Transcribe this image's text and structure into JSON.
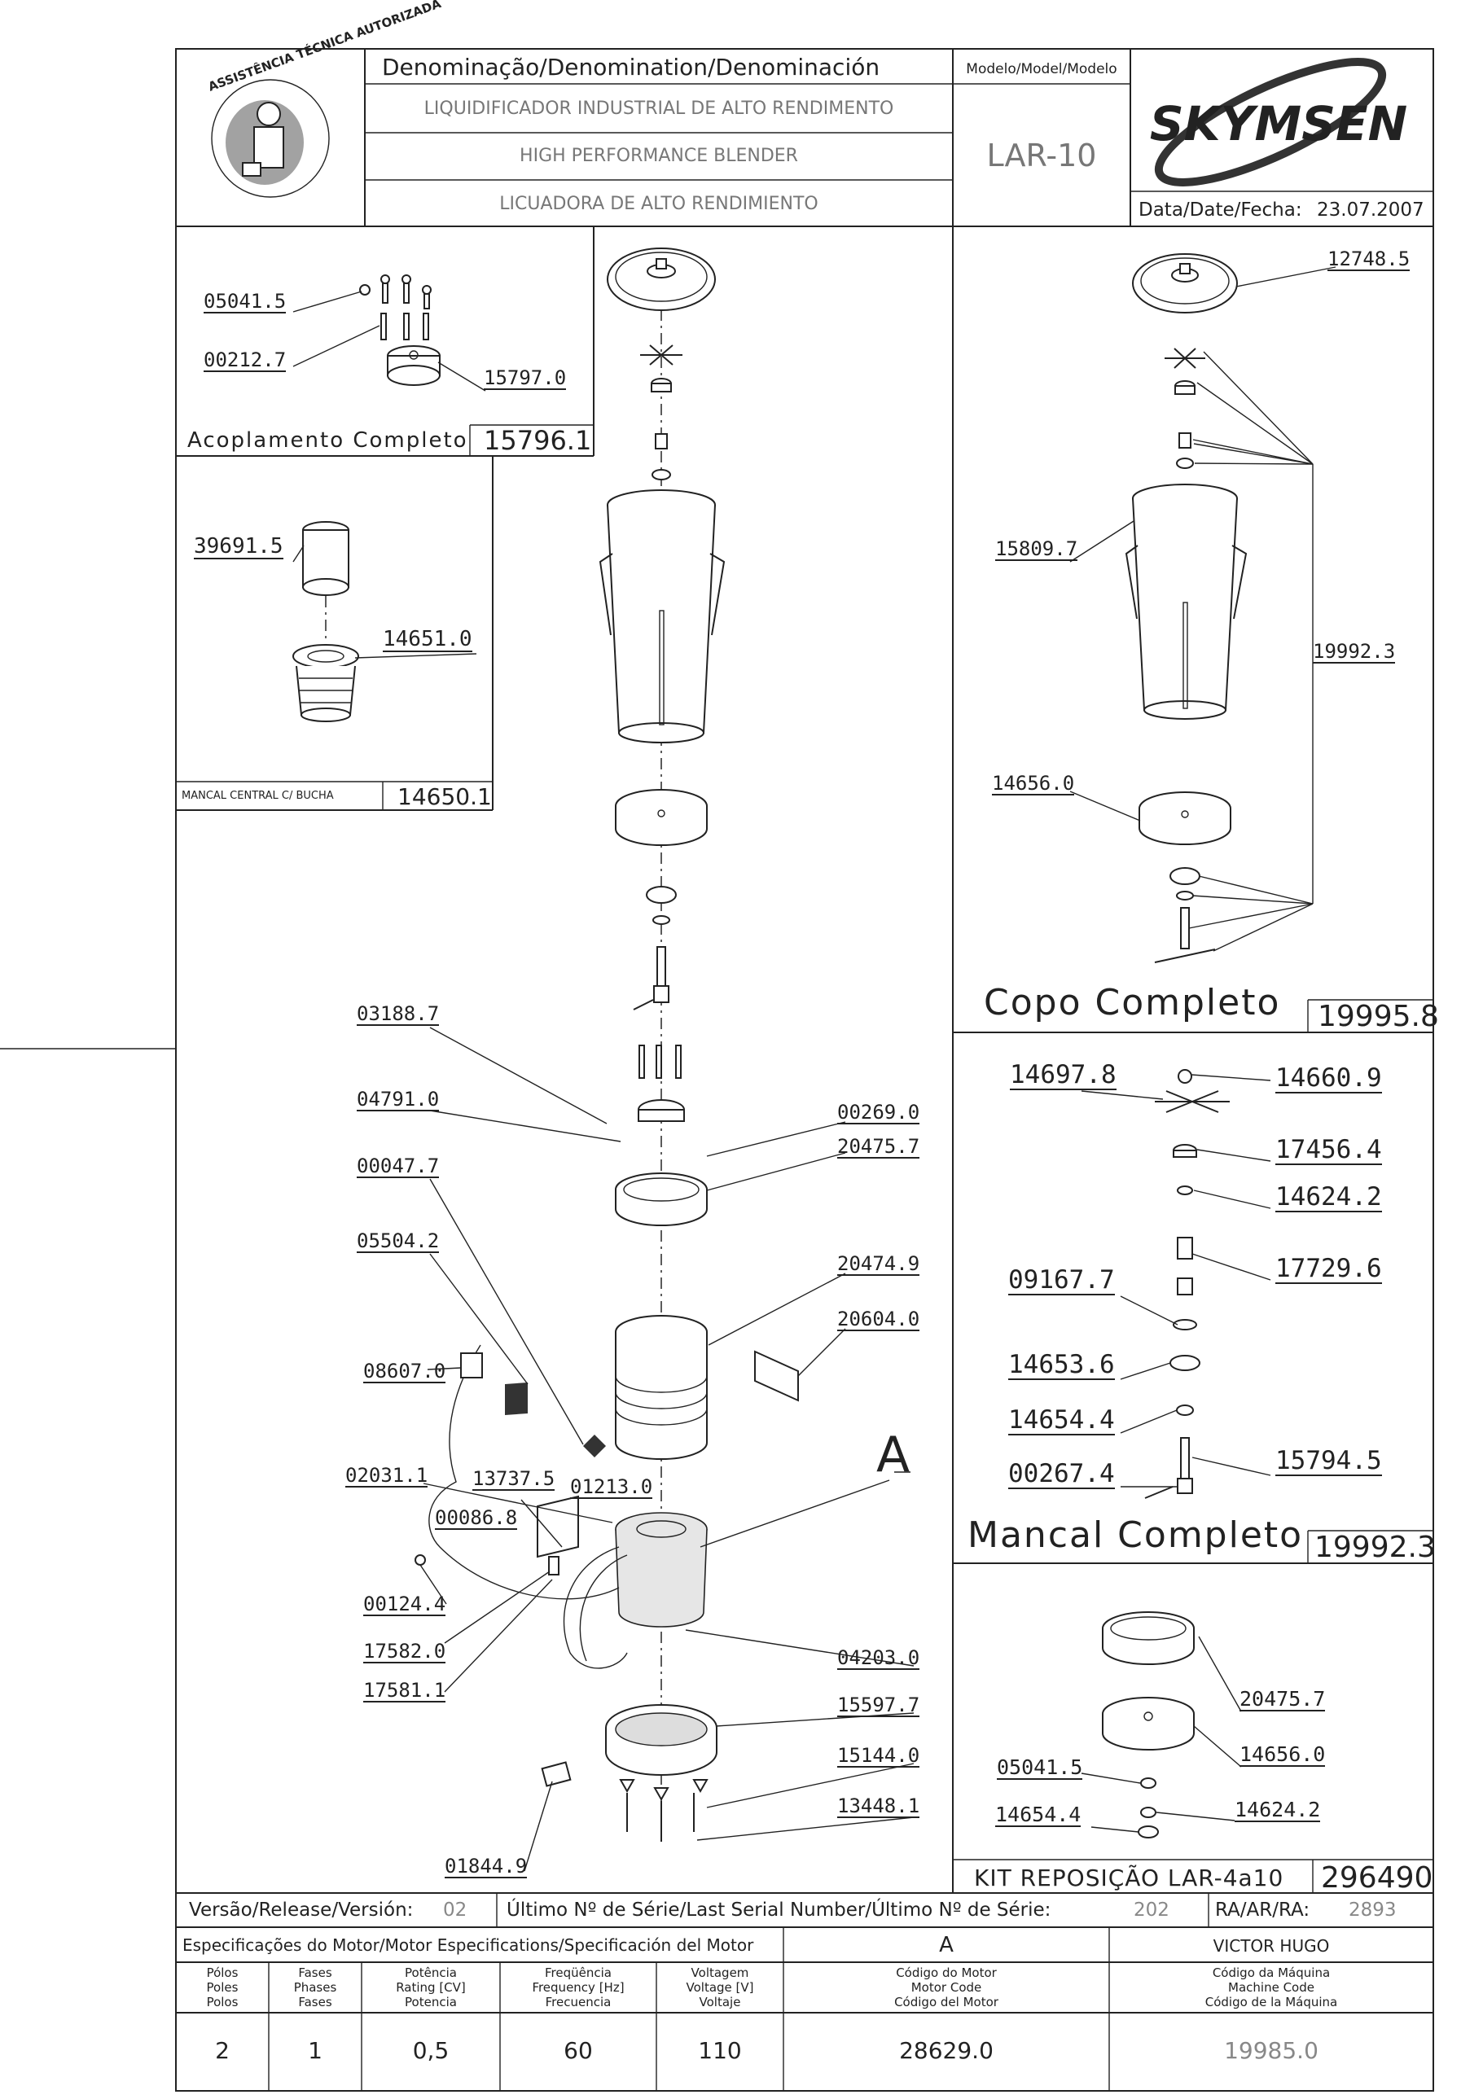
{
  "header": {
    "denomination_label": "Denominação/Denomination/Denominación",
    "name_pt": "LIQUIDIFICADOR INDUSTRIAL DE ALTO RENDIMENTO",
    "name_en": "HIGH PERFORMANCE BLENDER",
    "name_es": "LICUADORA DE ALTO RENDIMIENTO",
    "model_label": "Modelo/Model/Modelo",
    "model_value": "LAR-10",
    "brand": "SKYMSEN",
    "date_label": "Data/Date/Fecha:",
    "date_value": "23.07.2007",
    "stamp_text": "ASSISTÊNCIA TÉCNICA AUTORIZADA"
  },
  "coupling": {
    "title": "Acoplamento Completo",
    "code": "15796.1",
    "parts": [
      "05041.5",
      "00212.7",
      "15797.0"
    ]
  },
  "bearing_central": {
    "title": "MANCAL CENTRAL C/ BUCHA",
    "code": "14650.1",
    "parts": [
      "39691.5",
      "14651.0"
    ]
  },
  "main": {
    "callout_A": "A",
    "parts": [
      "03188.7",
      "04791.0",
      "00269.0",
      "20475.7",
      "00047.7",
      "05504.2",
      "20474.9",
      "20604.0",
      "08607.0",
      "02031.1",
      "13737.5",
      "01213.0",
      "00086.8",
      "00124.4",
      "17582.0",
      "17581.1",
      "04203.0",
      "15597.7",
      "15144.0",
      "13448.1",
      "01844.9"
    ]
  },
  "cup": {
    "title": "Copo Completo",
    "code": "19995.8",
    "parts": [
      "12748.5",
      "15809.7",
      "19992.3",
      "14656.0"
    ]
  },
  "mancal": {
    "title": "Mancal Completo",
    "code": "19992.3",
    "parts": [
      "14697.8",
      "14660.9",
      "17456.4",
      "14624.2",
      "17729.6",
      "09167.7",
      "14653.6",
      "14654.4",
      "00267.4",
      "15794.5"
    ]
  },
  "kit": {
    "title": "KIT REPOSIÇÃO LAR-4a10",
    "code": "296490",
    "parts": [
      "20475.7",
      "14656.0",
      "05041.5",
      "14624.2",
      "14654.4"
    ]
  },
  "release": {
    "version_label": "Versão/Release/Versión:",
    "version_value": "02",
    "serial_label": "Último Nº de Série/Last Serial Number/Último Nº de Série:",
    "serial_value": "202",
    "ra_label": "RA/AR/RA:",
    "ra_value": "2893"
  },
  "motor_spec": {
    "header_label": "Especificações do Motor/Motor Especifications/Specificación del Motor",
    "motor_letter": "A",
    "engineer": "VICTOR HUGO",
    "columns": [
      {
        "l1": "Pólos",
        "l2": "Poles",
        "l3": "Polos",
        "value": "2"
      },
      {
        "l1": "Fases",
        "l2": "Phases",
        "l3": "Fases",
        "value": "1"
      },
      {
        "l1": "Potência",
        "l2": "Rating [CV]",
        "l3": "Potencia",
        "value": "0,5"
      },
      {
        "l1": "Freqüência",
        "l2": "Frequency [Hz]",
        "l3": "Frecuencia",
        "value": "60"
      },
      {
        "l1": "Voltagem",
        "l2": "Voltage [V]",
        "l3": "Voltaje",
        "value": "110"
      },
      {
        "l1": "Código do Motor",
        "l2": "Motor Code",
        "l3": "Código del Motor",
        "value": "28629.0"
      },
      {
        "l1": "Código da Máquina",
        "l2": "Machine Code",
        "l3": "Código de la Máquina",
        "value": "19985.0"
      }
    ]
  }
}
